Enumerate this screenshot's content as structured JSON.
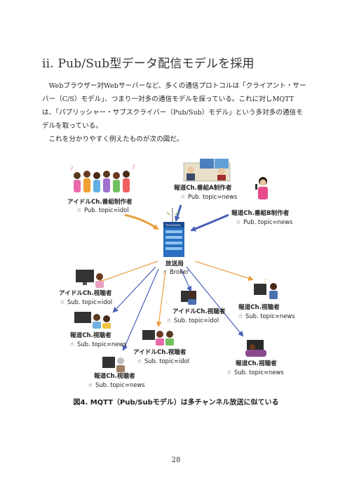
{
  "section": {
    "heading": "ii. Pub/Sub型データ配信モデルを採用",
    "paragraph1": "Webブラウザー対Webサーバーなど、多くの通信プロトコルは「クライアント・サーバー（C/S）モデル」、つまり一対多の通信モデルを採っている。これに対しMQTTは、「パブリッシャー・サブスクライバー（Pub/Sub）モデル」という多対多の通信モデルを取っている。",
    "paragraph2": "これを分かりやすく例えたものが次の図だ。"
  },
  "diagram": {
    "broker": {
      "name": "放送局",
      "role": "Broker",
      "tower_text": "TELEVISION"
    },
    "publishers": [
      {
        "name": "アイドルCh.番組制作者",
        "topic": "Pub. topic=idol",
        "arrow_color": "#e8a040"
      },
      {
        "name": "報道Ch.番組A制作者",
        "topic": "Pub. topic=news",
        "arrow_color": "#4a60b8"
      },
      {
        "name": "報道Ch.番組B制作者",
        "topic": "Pub. topic=news",
        "arrow_color": "#4a60b8"
      }
    ],
    "subscribers": [
      {
        "name": "アイドルCh.視聴者",
        "topic": "Sub. topic=idol"
      },
      {
        "name": "報道Ch.視聴者",
        "topic": "Sub. topic=news"
      },
      {
        "name": "報道Ch.視聴者",
        "topic": "Sub. topic=news"
      },
      {
        "name": "アイドルCh.視聴者",
        "topic": "Sub. topic=idol"
      },
      {
        "name": "アイドルCh.視聴者",
        "topic": "Sub. topic=idol"
      },
      {
        "name": "報道Ch.視聴者",
        "topic": "Sub. topic=news"
      },
      {
        "name": "報道Ch.視聴者",
        "topic": "Sub. topic=news"
      }
    ],
    "colors": {
      "idol": "#e8a040",
      "news": "#4a60b8"
    }
  },
  "caption": "図4. MQTT（Pub/Subモデル）は多チャンネル放送に似ている",
  "page_number": "28"
}
